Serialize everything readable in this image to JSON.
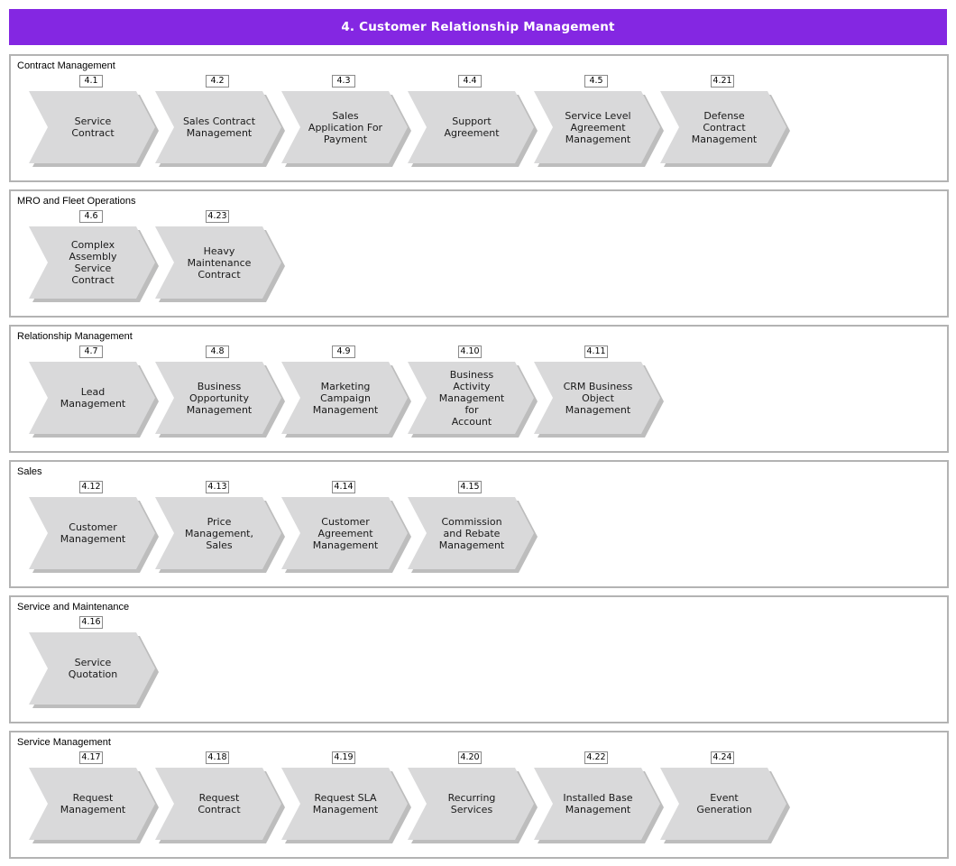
{
  "header": {
    "title": "4. Customer Relationship Management",
    "color": "#8427e2"
  },
  "sections": [
    {
      "title": "Contract Management",
      "items": [
        {
          "id": "4.1",
          "label": "Service\nContract"
        },
        {
          "id": "4.2",
          "label": "Sales Contract\nManagement"
        },
        {
          "id": "4.3",
          "label": "Sales\nApplication For\nPayment"
        },
        {
          "id": "4.4",
          "label": "Support\nAgreement"
        },
        {
          "id": "4.5",
          "label": "Service Level\nAgreement\nManagement"
        },
        {
          "id": "4.21",
          "label": "Defense\nContract\nManagement"
        }
      ]
    },
    {
      "title": "MRO and Fleet Operations",
      "items": [
        {
          "id": "4.6",
          "label": "Complex\nAssembly\nService\nContract"
        },
        {
          "id": "4.23",
          "label": "Heavy\nMaintenance\nContract"
        }
      ]
    },
    {
      "title": "Relationship Management",
      "items": [
        {
          "id": "4.7",
          "label": "Lead\nManagement"
        },
        {
          "id": "4.8",
          "label": "Business\nOpportunity\nManagement"
        },
        {
          "id": "4.9",
          "label": "Marketing\nCampaign\nManagement"
        },
        {
          "id": "4.10",
          "label": "Business\nActivity\nManagement for\nAccount"
        },
        {
          "id": "4.11",
          "label": "CRM Business\nObject\nManagement"
        }
      ]
    },
    {
      "title": "Sales",
      "items": [
        {
          "id": "4.12",
          "label": "Customer\nManagement"
        },
        {
          "id": "4.13",
          "label": "Price\nManagement,\nSales"
        },
        {
          "id": "4.14",
          "label": "Customer\nAgreement\nManagement"
        },
        {
          "id": "4.15",
          "label": "Commission\nand Rebate\nManagement"
        }
      ]
    },
    {
      "title": "Service and Maintenance",
      "items": [
        {
          "id": "4.16",
          "label": "Service\nQuotation"
        }
      ]
    },
    {
      "title": "Service Management",
      "items": [
        {
          "id": "4.17",
          "label": "Request\nManagement"
        },
        {
          "id": "4.18",
          "label": "Request\nContract"
        },
        {
          "id": "4.19",
          "label": "Request SLA\nManagement"
        },
        {
          "id": "4.20",
          "label": "Recurring\nServices"
        },
        {
          "id": "4.22",
          "label": "Installed Base\nManagement"
        },
        {
          "id": "4.24",
          "label": "Event\nGeneration"
        }
      ]
    }
  ]
}
